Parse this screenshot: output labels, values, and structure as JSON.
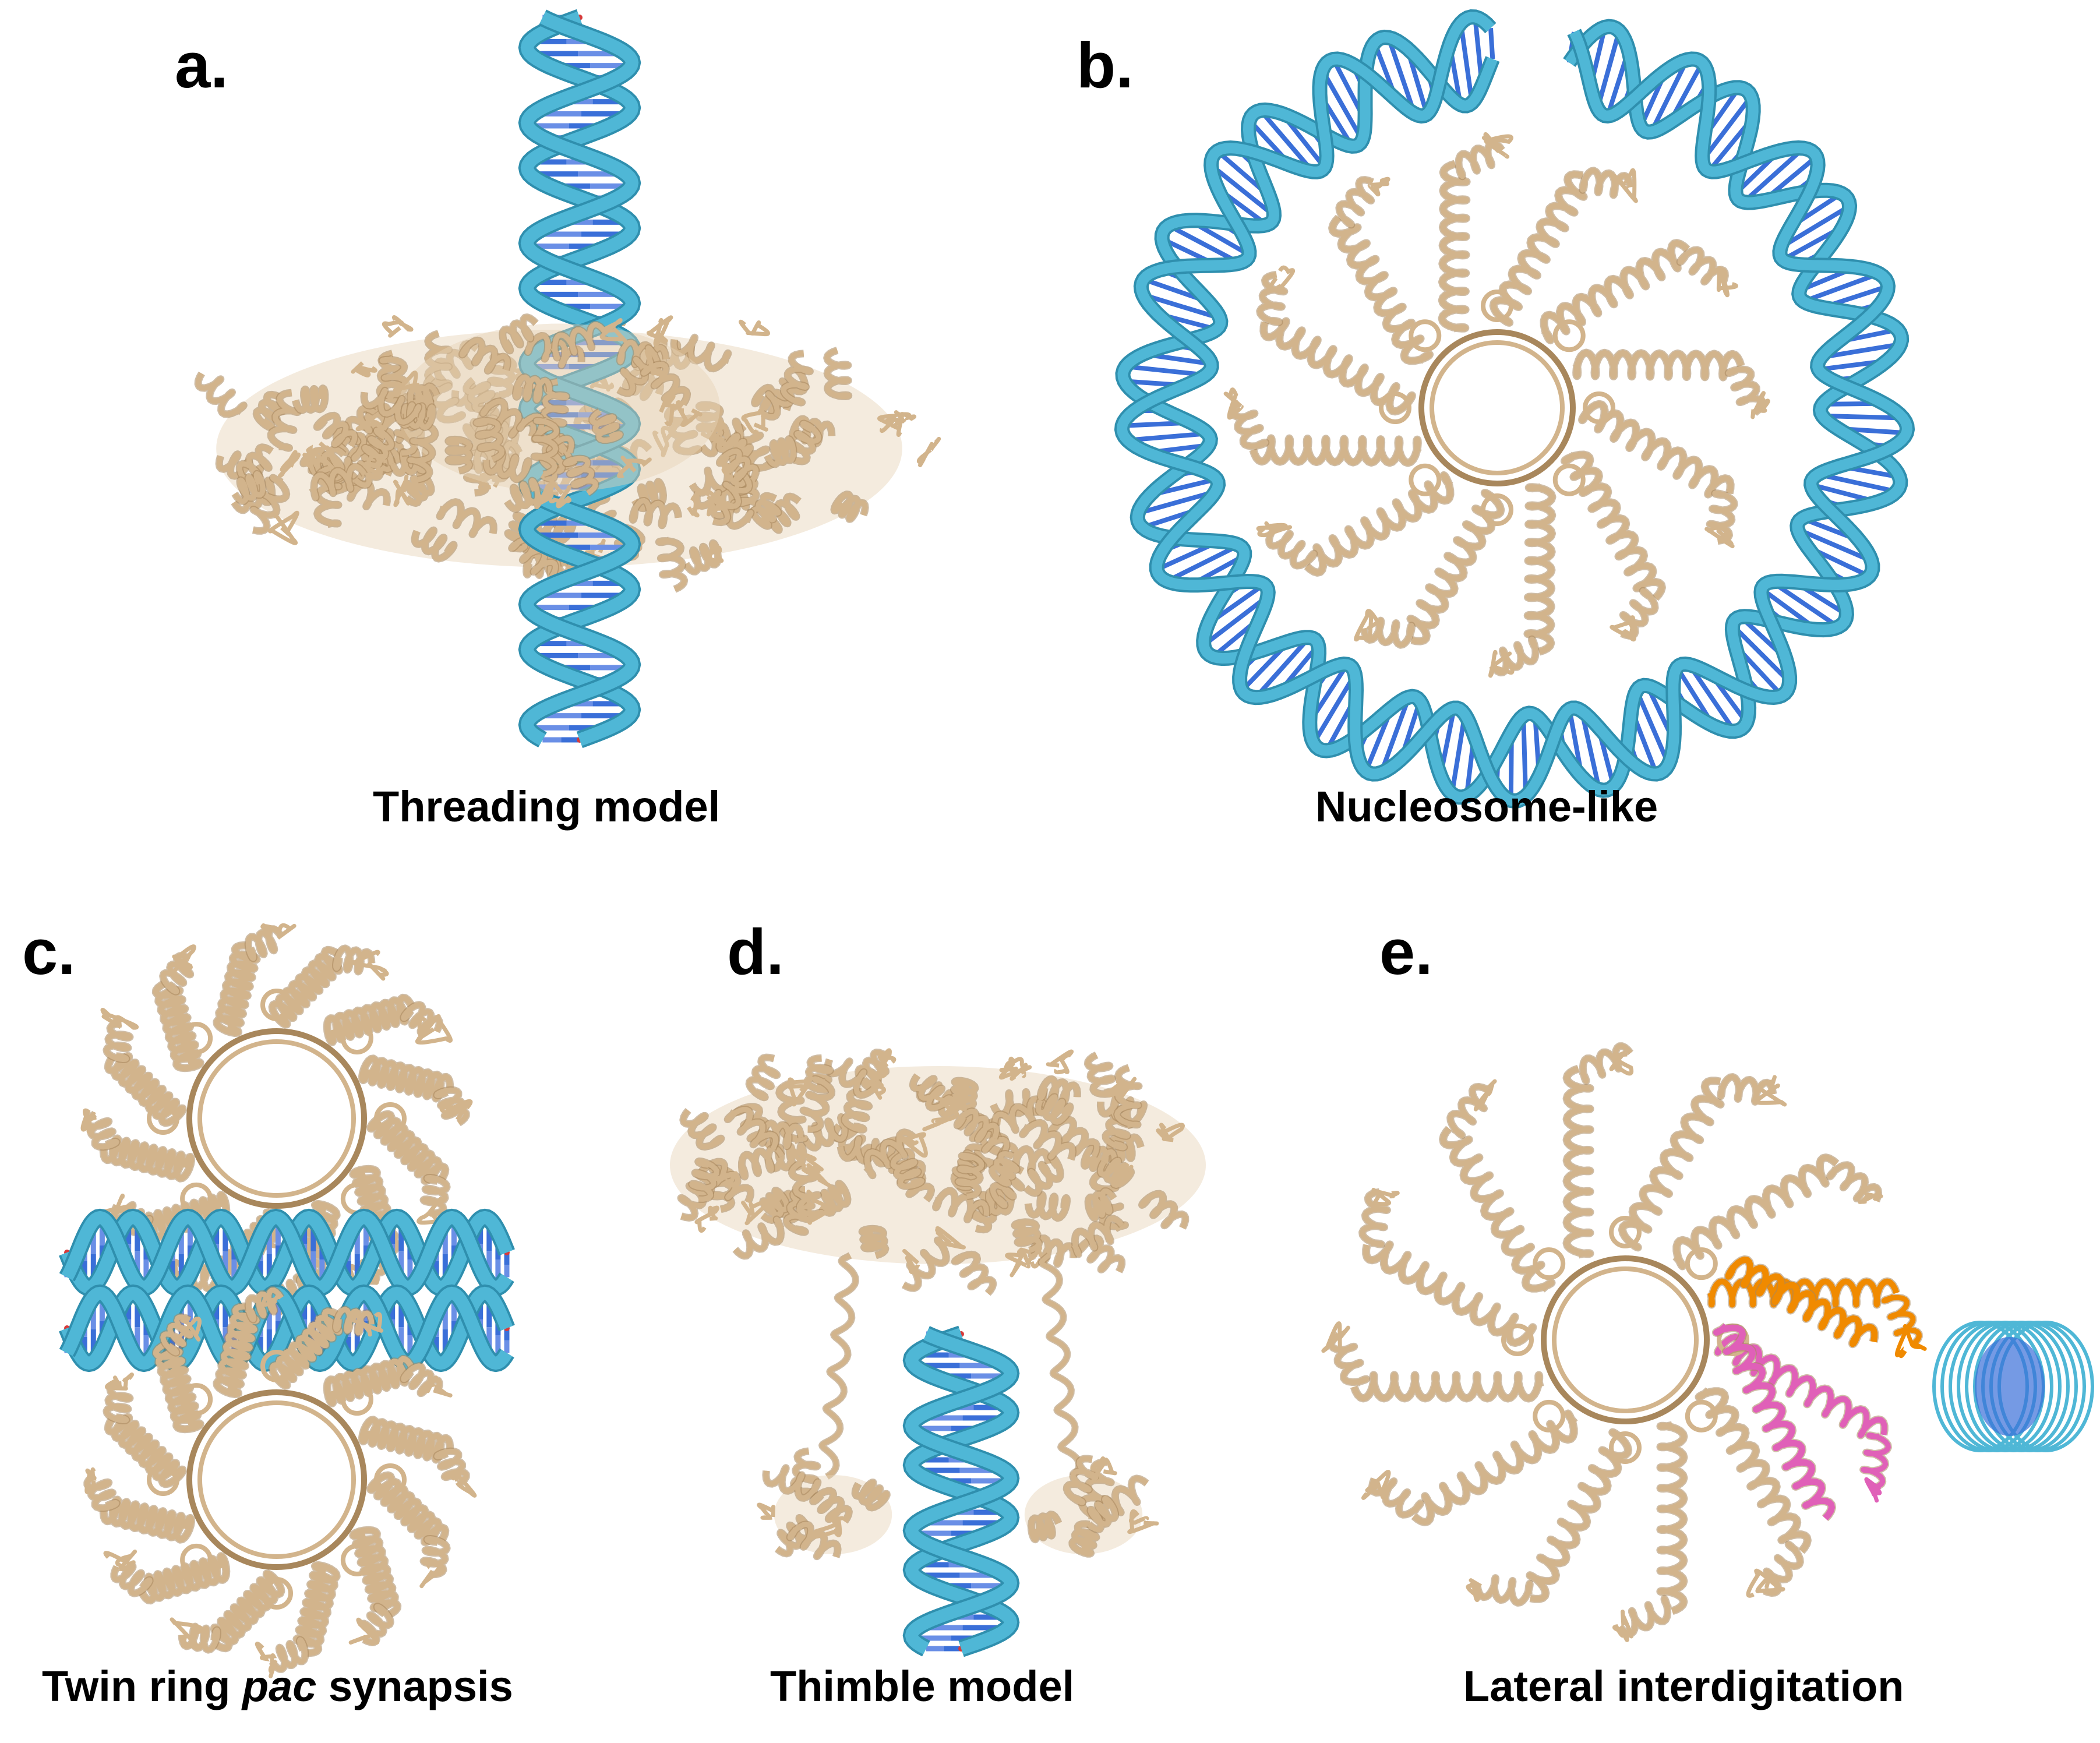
{
  "colors": {
    "protein": "#d2b48c",
    "protein_dark": "#a8875c",
    "dna": "#4fb7d6",
    "dna_base": "#3a6fd8",
    "dna_red": "#d83a3a",
    "orange": "#f08a00",
    "pink": "#e060b8"
  },
  "panels": [
    {
      "letter": "a.",
      "caption": "Threading model"
    },
    {
      "letter": "b.",
      "caption": "Nucleosome-like"
    },
    {
      "letter": "c.",
      "caption_parts": [
        "Twin ring ",
        "pac",
        " synapsis"
      ]
    },
    {
      "letter": "d.",
      "caption": "Thimble model"
    },
    {
      "letter": "e.",
      "caption": "Lateral interdigitation"
    }
  ]
}
